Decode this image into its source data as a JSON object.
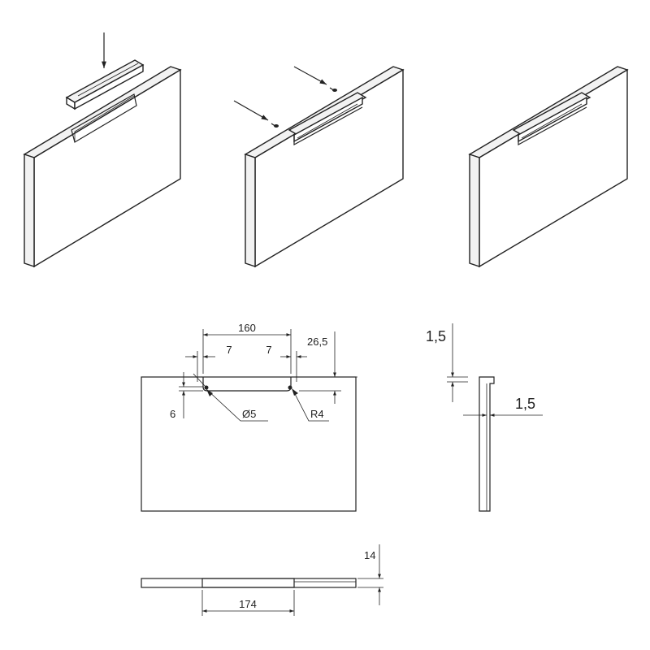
{
  "drawing": {
    "dimensions": {
      "handle_length": "160",
      "left_offset": "7",
      "right_offset": "7",
      "top_height": "26,5",
      "slot_depth": "6",
      "hole_diameter": "Ø5",
      "corner_radius": "R4",
      "profile_top": "1,5",
      "profile_thickness": "1,5",
      "panel_thickness": "14",
      "cutout_width": "174"
    }
  }
}
